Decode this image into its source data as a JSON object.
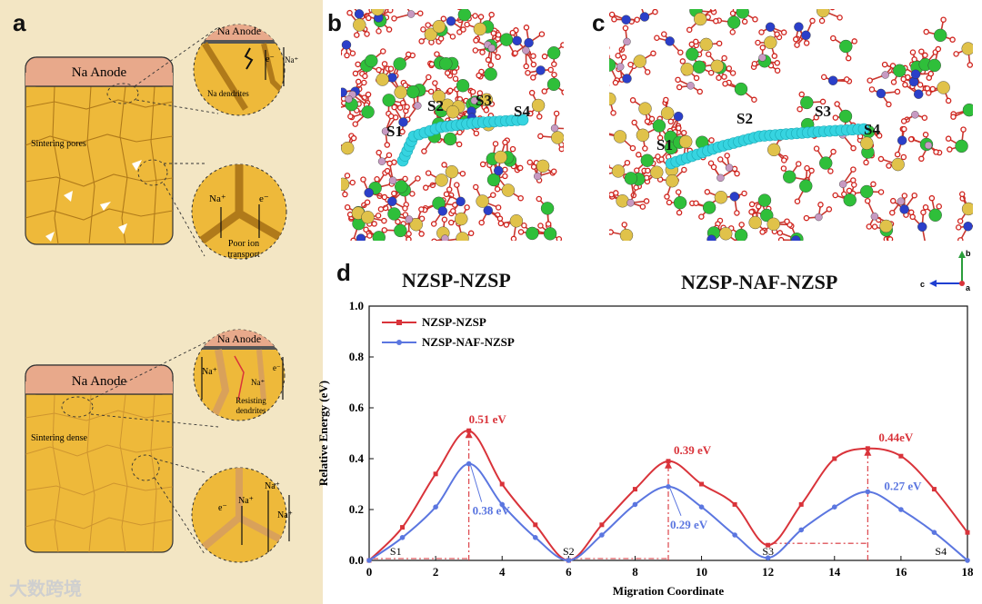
{
  "panels": {
    "a": "a",
    "b": "b",
    "c": "c",
    "d": "d"
  },
  "schematic": {
    "top_anode": "Na   Anode",
    "bottom_anode": "Na   Anode",
    "top_pores_label": "Sintering pores",
    "bottom_dense_label": "Sintering dense",
    "zoom1_anode": "Na   Anode",
    "zoom1_e": "e⁻",
    "zoom1_na": "Na⁺",
    "zoom1_label": "Na dendrites",
    "zoom2_na": "Na⁺",
    "zoom2_e": "e⁻",
    "zoom2_label1": "Poor  ion",
    "zoom2_label2": "transport",
    "zoom3_anode": "Na   Anode",
    "zoom3_na": "Na⁺",
    "zoom3_na2": "Na⁺",
    "zoom3_e": "e⁻",
    "zoom3_label1": "Resisting",
    "zoom3_label2": "dendrites",
    "zoom4_e": "e⁻",
    "zoom4_na1": "Na⁺",
    "zoom4_na2": "Na⁺",
    "zoom4_na3": "Na⁺"
  },
  "structures": {
    "b_sites": [
      "S1",
      "S2",
      "S3",
      "S4"
    ],
    "c_sites": [
      "S1",
      "S2",
      "S3",
      "S4"
    ],
    "axes": {
      "b": "b",
      "c": "c",
      "a": "a"
    }
  },
  "chart_data": {
    "type": "line",
    "title_left": "NZSP-NZSP",
    "title_right": "NZSP-NAF-NZSP",
    "xlabel": "Migration Coordinate",
    "ylabel": "Relative Energy (eV)",
    "xlim": [
      0,
      18
    ],
    "ylim": [
      0,
      1.0
    ],
    "xticks": [
      0,
      2,
      4,
      6,
      8,
      10,
      12,
      14,
      16,
      18
    ],
    "yticks": [
      0.0,
      0.2,
      0.4,
      0.6,
      0.8,
      1.0
    ],
    "legend_position": "top-left",
    "series": [
      {
        "name": "NZSP-NZSP",
        "color": "#d9333a",
        "x": [
          0,
          1,
          2,
          3,
          4,
          5,
          6,
          7,
          8,
          9,
          10,
          11,
          12,
          13,
          14,
          15,
          16,
          17,
          18
        ],
        "y": [
          0.0,
          0.13,
          0.34,
          0.51,
          0.3,
          0.14,
          0.0,
          0.14,
          0.28,
          0.39,
          0.3,
          0.22,
          0.06,
          0.22,
          0.4,
          0.44,
          0.41,
          0.28,
          0.11
        ]
      },
      {
        "name": "NZSP-NAF-NZSP",
        "color": "#5b76e0",
        "x": [
          0,
          1,
          2,
          3,
          4,
          5,
          6,
          7,
          8,
          9,
          10,
          11,
          12,
          13,
          14,
          15,
          16,
          17,
          18
        ],
        "y": [
          0.0,
          0.09,
          0.21,
          0.38,
          0.22,
          0.09,
          0.0,
          0.1,
          0.22,
          0.29,
          0.21,
          0.1,
          0.01,
          0.12,
          0.21,
          0.27,
          0.2,
          0.11,
          0.0
        ]
      }
    ],
    "annotations": [
      {
        "text": "0.51 eV",
        "color": "#d9333a",
        "x": 3,
        "y": 0.51
      },
      {
        "text": "0.38 eV",
        "color": "#5b76e0",
        "x": 3,
        "y": 0.38
      },
      {
        "text": "0.39 eV",
        "color": "#d9333a",
        "x": 9,
        "y": 0.39
      },
      {
        "text": "0.29 eV",
        "color": "#5b76e0",
        "x": 9,
        "y": 0.29
      },
      {
        "text": "0.44eV",
        "color": "#d9333a",
        "x": 15,
        "y": 0.44
      },
      {
        "text": "0.27 eV",
        "color": "#5b76e0",
        "x": 15,
        "y": 0.27
      }
    ],
    "site_labels": [
      {
        "text": "S1",
        "x": 0.8
      },
      {
        "text": "S2",
        "x": 6
      },
      {
        "text": "S3",
        "x": 12
      },
      {
        "text": "S4",
        "x": 17.2
      }
    ]
  },
  "watermark": "大数跨境"
}
